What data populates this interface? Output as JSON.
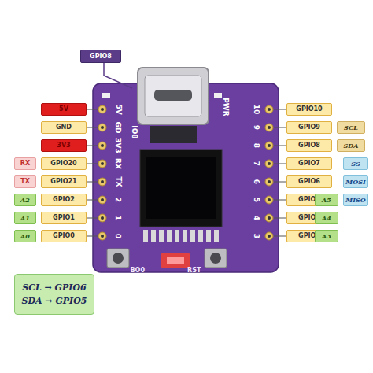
{
  "diagram": {
    "nodes": [
      {
        "text": [
          "GPIO8"
        ]
      },
      {
        "text": [
          "5V"
        ]
      },
      {
        "text": [
          "GPIO10"
        ]
      },
      {
        "text": [
          "GND"
        ]
      },
      {
        "text": [
          "GPIO9"
        ]
      },
      {
        "text": [
          "SCL"
        ]
      },
      {
        "text": [
          "3V3"
        ]
      },
      {
        "text": [
          "GPIO8"
        ]
      },
      {
        "text": [
          "SDA"
        ]
      },
      {
        "text": [
          "RX"
        ]
      },
      {
        "text": [
          "GPIO20"
        ]
      },
      {
        "text": [
          "GPIO7"
        ]
      },
      {
        "text": [
          "SS"
        ]
      },
      {
        "text": [
          "TX"
        ]
      },
      {
        "text": [
          "GPIO21"
        ]
      },
      {
        "text": [
          "GPIO6"
        ]
      },
      {
        "text": [
          "MOSI"
        ]
      },
      {
        "text": [
          "A2"
        ]
      },
      {
        "text": [
          "GPIO2"
        ]
      },
      {
        "text": [
          "GPIO5"
        ]
      },
      {
        "text": [
          "A5"
        ]
      },
      {
        "text": [
          "MISO"
        ]
      },
      {
        "text": [
          "A1"
        ]
      },
      {
        "text": [
          "GPIO1"
        ]
      },
      {
        "text": [
          "GPIO4"
        ]
      },
      {
        "text": [
          "A4"
        ]
      },
      {
        "text": [
          "A0"
        ]
      },
      {
        "text": [
          "GPIO0"
        ]
      },
      {
        "text": [
          "GPIO3"
        ]
      },
      {
        "text": [
          "A3"
        ]
      },
      {
        "text": [
          "SCL → GPIO6",
          "SDA → GPIO5"
        ]
      }
    ],
    "labels": [
      "5V",
      "GD",
      "3V3",
      "RX",
      "TX",
      "2",
      "1",
      "0",
      "10",
      "9",
      "8",
      "7",
      "6",
      "5",
      "4",
      "3",
      "IO8",
      "PWR",
      "BO0",
      "RST"
    ]
  }
}
